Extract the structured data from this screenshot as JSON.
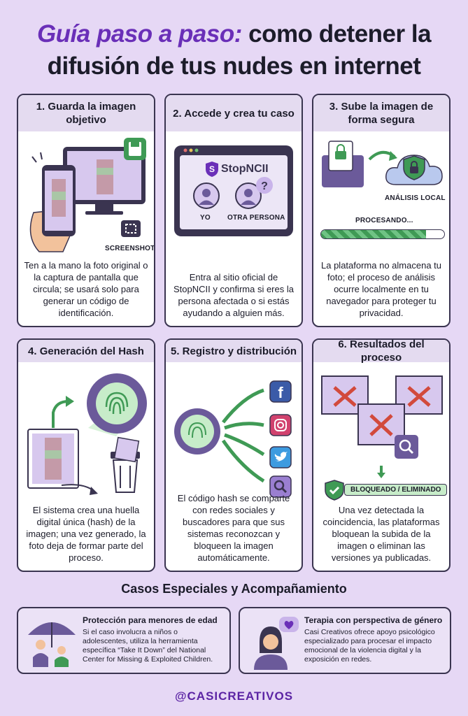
{
  "header": {
    "title_accent": "Guía paso a paso:",
    "title_rest": " como detener la difusión de tus nudes en internet"
  },
  "steps": [
    {
      "title": "1. Guarda la imagen objetivo",
      "caption": "SCREENSHOT",
      "text": "Ten a la mano la foto original o la captura de pantalla que circula; se usará solo para generar un código de identificación."
    },
    {
      "title": "2. Accede y crea tu caso",
      "brand": "StopNCII",
      "option_a": "YO",
      "option_b": "OTRA PERSONA",
      "text": "Entra al sitio oficial de StopNCII y confirma si eres la persona afectada o si estás ayudando a alguien más."
    },
    {
      "title": "3. Sube la imagen de forma segura",
      "caption_local": "ANÁLISIS LOCAL",
      "caption_processing": "PROCESANDO...",
      "progress": 0.85,
      "text": "La plataforma no almacena tu foto; el proceso de análisis ocurre localmente en tu navegador para proteger tu privacidad."
    },
    {
      "title": "4. Generación del Hash",
      "text": "El sistema crea una huella digital única (hash) de la imagen; una vez generado, la foto deja de formar parte del proceso."
    },
    {
      "title": "5. Registro y distribución",
      "text": "El código hash se comparte con redes sociales y buscadores para que sus sistemas reconozcan y bloqueen la imagen automáticamente."
    },
    {
      "title": "6. Resultados del proceso",
      "status": "BLOQUEADO / ELIMINADO",
      "text": "Una vez detectada la coincidencia, las plataformas bloquean la subida de la imagen o eliminan las versiones ya publicadas."
    }
  ],
  "special": {
    "heading": "Casos Especiales y Acompañamiento",
    "minors": {
      "title": "Protección para menores de edad",
      "text": "Si el caso involucra a niños o adolescentes, utiliza la herramienta específica “Take It Down” del National Center for Missing & Exploited Children."
    },
    "therapy": {
      "title": "Terapia con perspectiva de género",
      "text": "Casi Creativos ofrece apoyo psicológico especializado para procesar el impacto emocional de la violencia digital y la exposición en redes."
    }
  },
  "footer": {
    "handle": "@CASICREATIVOS"
  },
  "icons": [
    "save-icon",
    "screenshot-icon",
    "shield-icon",
    "user-icon",
    "question-icon",
    "lock-icon",
    "cloud-icon",
    "fingerprint-icon",
    "trash-icon",
    "facebook-icon",
    "instagram-icon",
    "twitter-icon",
    "search-icon",
    "cross-icon",
    "check-icon",
    "umbrella-icon",
    "heart-icon"
  ],
  "colors": {
    "accent": "#6a2fb8",
    "green": "#3f9a55",
    "background": "#e6d8f5",
    "red": "#d24a3c"
  }
}
